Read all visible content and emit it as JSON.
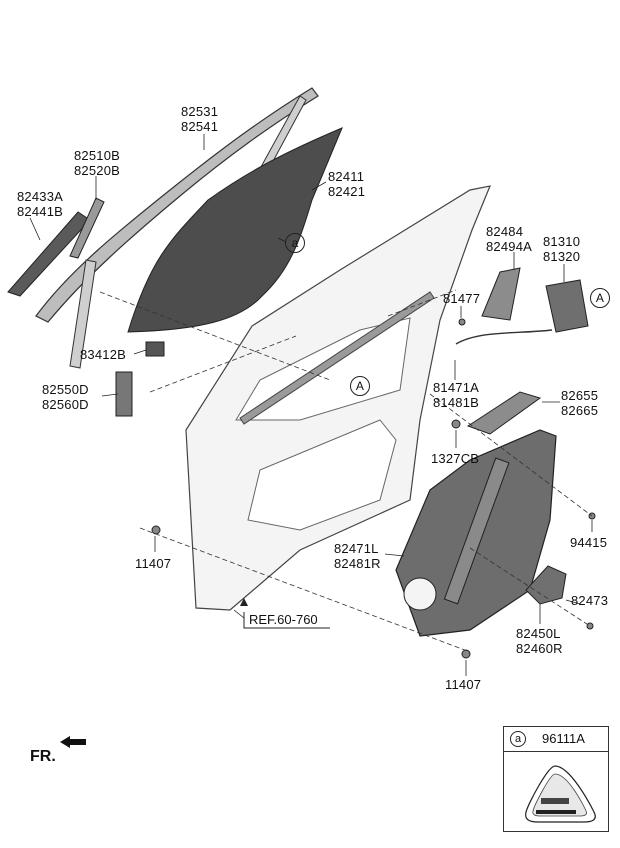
{
  "callouts": [
    {
      "id": "c-82531",
      "lines": [
        "82531",
        "82541"
      ]
    },
    {
      "id": "c-82510b",
      "lines": [
        "82510B",
        "82520B"
      ]
    },
    {
      "id": "c-82411",
      "lines": [
        "82411",
        "82421"
      ]
    },
    {
      "id": "c-82433a",
      "lines": [
        "82433A",
        "82441B"
      ]
    },
    {
      "id": "c-82484",
      "lines": [
        "82484",
        "82494A"
      ]
    },
    {
      "id": "c-81310",
      "lines": [
        "81310",
        "81320"
      ]
    },
    {
      "id": "c-81477",
      "lines": [
        "81477"
      ]
    },
    {
      "id": "c-83412b",
      "lines": [
        "83412B"
      ]
    },
    {
      "id": "c-82550d",
      "lines": [
        "82550D",
        "82560D"
      ]
    },
    {
      "id": "c-81471a",
      "lines": [
        "81471A",
        "81481B"
      ]
    },
    {
      "id": "c-82655",
      "lines": [
        "82655",
        "82665"
      ]
    },
    {
      "id": "c-1327cb",
      "lines": [
        "1327CB"
      ]
    },
    {
      "id": "c-11407-left",
      "lines": [
        "11407"
      ]
    },
    {
      "id": "c-82471l",
      "lines": [
        "82471L",
        "82481R"
      ]
    },
    {
      "id": "c-94415",
      "lines": [
        "94415"
      ]
    },
    {
      "id": "c-82473",
      "lines": [
        "82473"
      ]
    },
    {
      "id": "c-82450l",
      "lines": [
        "82450L",
        "82460R"
      ]
    },
    {
      "id": "c-11407-bottom",
      "lines": [
        "11407"
      ]
    }
  ],
  "markers": {
    "circle_a": "a",
    "circle_A": "A"
  },
  "reference": "REF.60-760",
  "direction": "FR.",
  "legend": {
    "symbol": "a",
    "part_code": "96111A"
  }
}
